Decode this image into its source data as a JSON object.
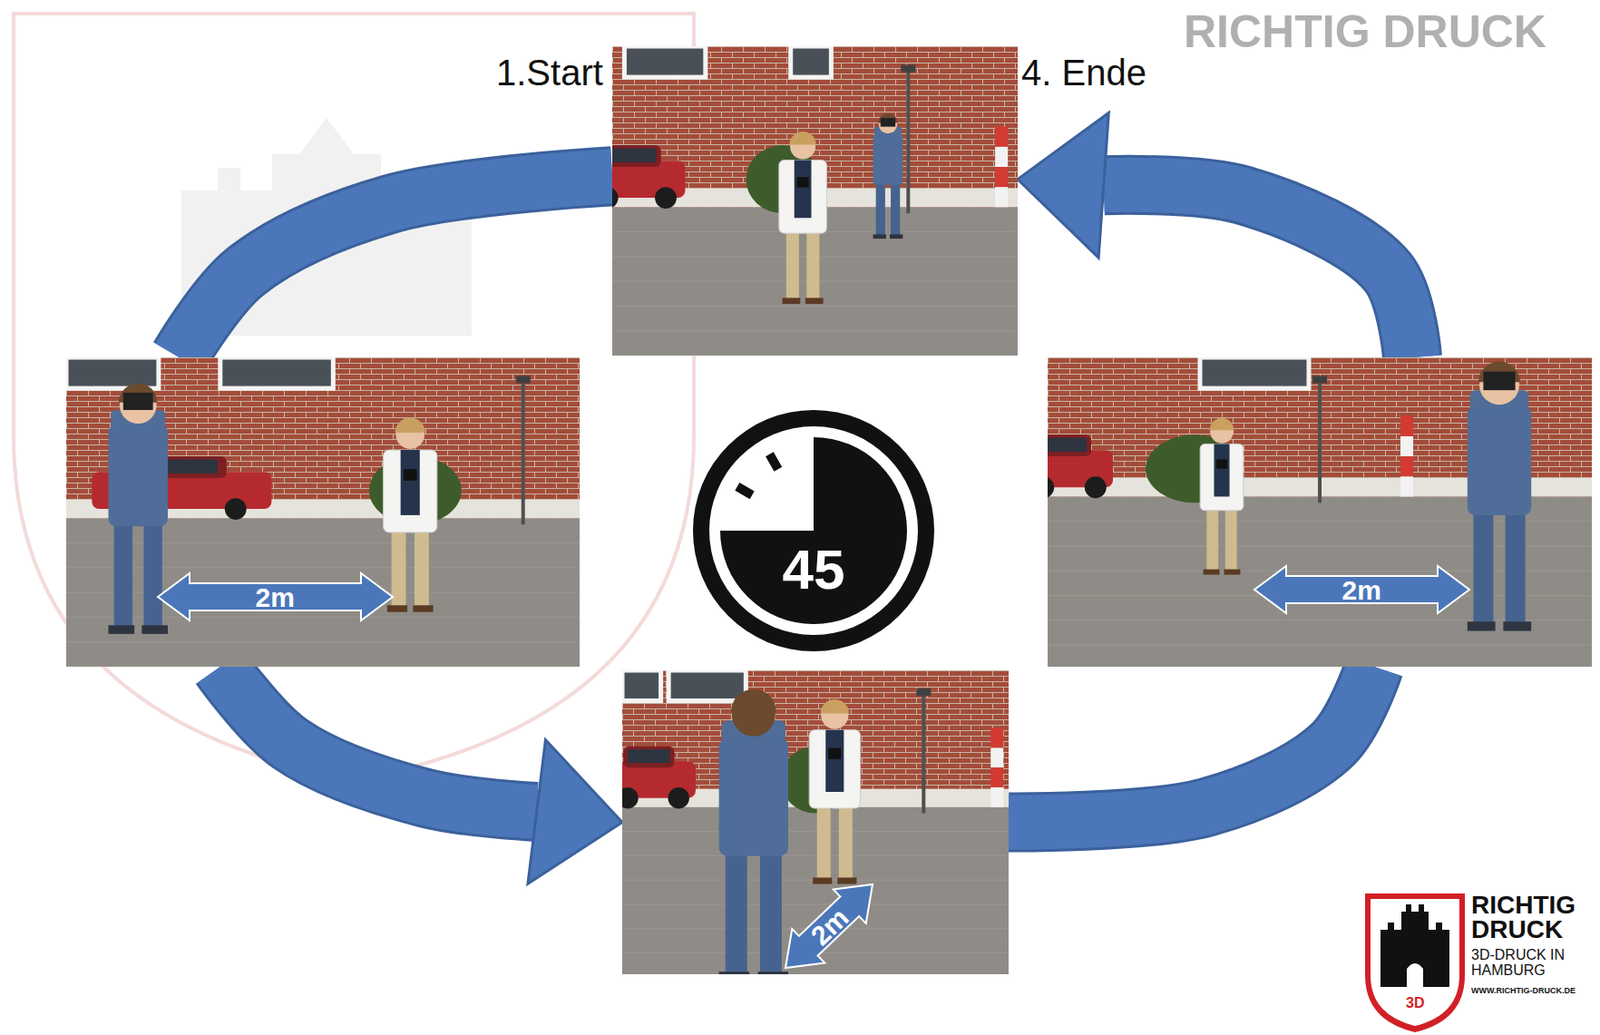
{
  "diagram": {
    "nodes": [
      {
        "text": [
          "1.Start",
          "4. Ende"
        ]
      },
      {
        "text": [
          "2m"
        ]
      },
      {
        "text": [
          "45"
        ]
      },
      {
        "text": [
          "2m"
        ]
      },
      {
        "text": [
          "2m"
        ]
      }
    ],
    "edges": [
      {
        "from": 0,
        "to": 1,
        "arrow": "none"
      },
      {
        "from": 1,
        "to": 4,
        "arrow": "to"
      },
      {
        "from": 4,
        "to": 3,
        "arrow": "none"
      },
      {
        "from": 3,
        "to": 0,
        "arrow": "to"
      }
    ],
    "labels": [
      "RICHTIG DRUCK",
      "RICHTIG DRUCK",
      "3D-DRUCK IN HAMBURG",
      "WWW.RICHTIG-DRUCK.DE",
      "3D"
    ]
  }
}
